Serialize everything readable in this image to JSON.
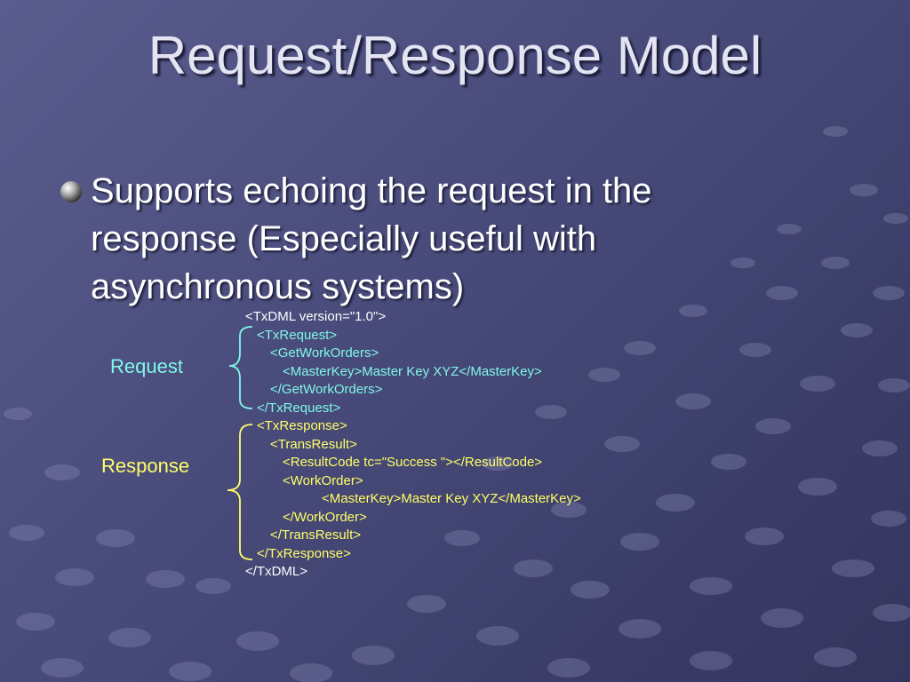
{
  "slide": {
    "title": "Request/Response Model",
    "bullet": "Supports echoing the request in the response (Especially useful with asynchronous systems)"
  },
  "labels": {
    "request": "Request",
    "response": "Response"
  },
  "code": {
    "lines": [
      "<TxDML version=\"1.0\">",
      "<TxRequest>",
      "<GetWorkOrders>",
      "<MasterKey>Master Key XYZ</MasterKey>",
      "</GetWorkOrders>",
      "</TxRequest>",
      "<TxResponse>",
      "<TransResult>",
      "<ResultCode tc=\"Success \"></ResultCode>",
      "<WorkOrder>",
      "<MasterKey>Master Key XYZ</MasterKey>",
      "</WorkOrder>",
      "</TransResult>",
      "</TxResponse>",
      "</TxDML>"
    ]
  },
  "colors": {
    "request": "#7ff8e8",
    "response": "#ffff66",
    "root": "#ffffff"
  },
  "icons": {
    "bullet": "sphere-bullet-icon"
  }
}
